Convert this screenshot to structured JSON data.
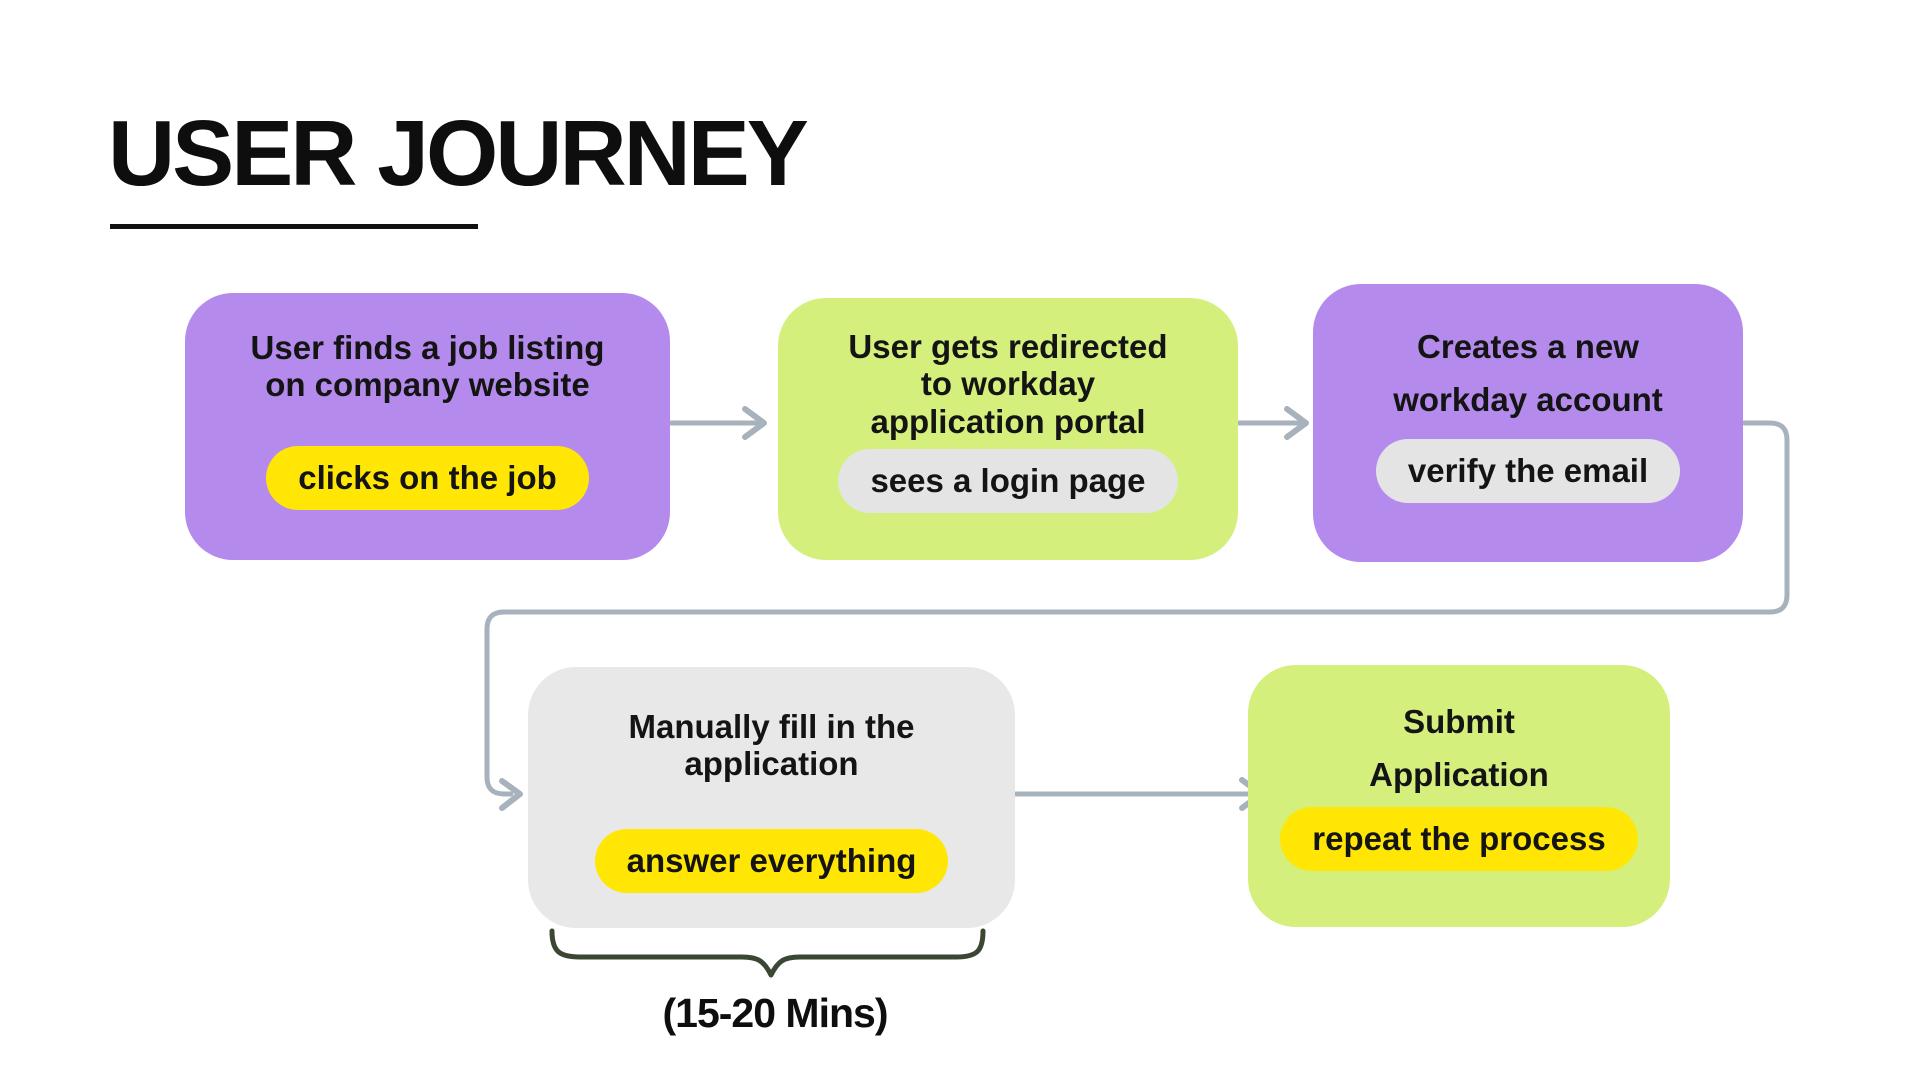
{
  "title": "USER JOURNEY",
  "palette": {
    "purple": "#b48bec",
    "green": "#d5ef7d",
    "yellow": "#ffe605",
    "gray_pill": "#e4e4e4",
    "gray_card": "#e8e8e8",
    "arrow": "#a8b2bc",
    "brace": "#3a4732",
    "text": "#141414"
  },
  "cards": [
    {
      "text": "User finds a job listing\non company website",
      "tag": "clicks on the job"
    },
    {
      "text": "User gets redirected\nto workday\napplication portal",
      "tag": "sees a login page"
    },
    {
      "text": "Creates a new\nworkday account",
      "tag": "verify the email"
    },
    {
      "text": "Manually fill in the\napplication",
      "tag": "answer everything"
    },
    {
      "text": "Submit\nApplication",
      "tag": "repeat the process"
    }
  ],
  "duration_note": "(15-20 Mins)"
}
